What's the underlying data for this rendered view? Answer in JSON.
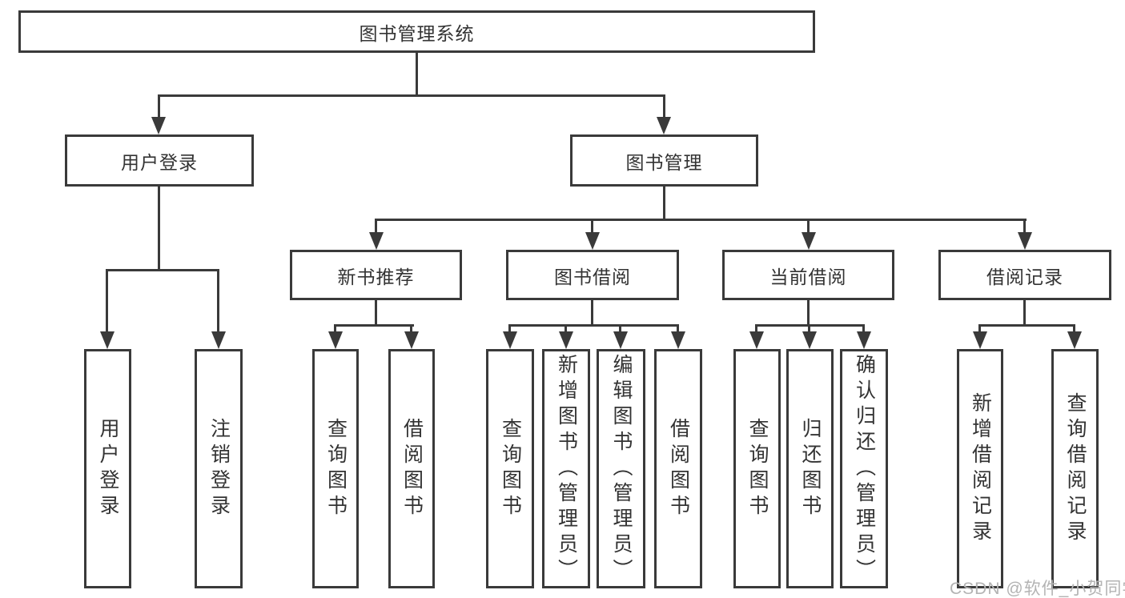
{
  "diagram_title": "图书管理系统",
  "tree": {
    "root": "图书管理系统",
    "children": [
      {
        "label": "用户登录",
        "children": [
          "用户登录",
          "注销登录"
        ]
      },
      {
        "label": "图书管理",
        "children": [
          {
            "label": "新书推荐",
            "children": [
              "查询图书",
              "借阅图书"
            ]
          },
          {
            "label": "图书借阅",
            "children": [
              "查询图书",
              "新增图书（管理员）",
              "编辑图书（管理员）",
              "借阅图书"
            ]
          },
          {
            "label": "当前借阅",
            "children": [
              "查询图书",
              "归还图书",
              "确认归还（管理员）"
            ]
          },
          {
            "label": "借阅记录",
            "children": [
              "新增借阅记录",
              "查询借阅记录"
            ]
          }
        ]
      }
    ]
  },
  "watermark": "CSDN @软件_小贺同学",
  "colors": {
    "line": "#3a3a3a",
    "text": "#333333",
    "watermark": "#b3b3b3",
    "background": "#ffffff"
  }
}
